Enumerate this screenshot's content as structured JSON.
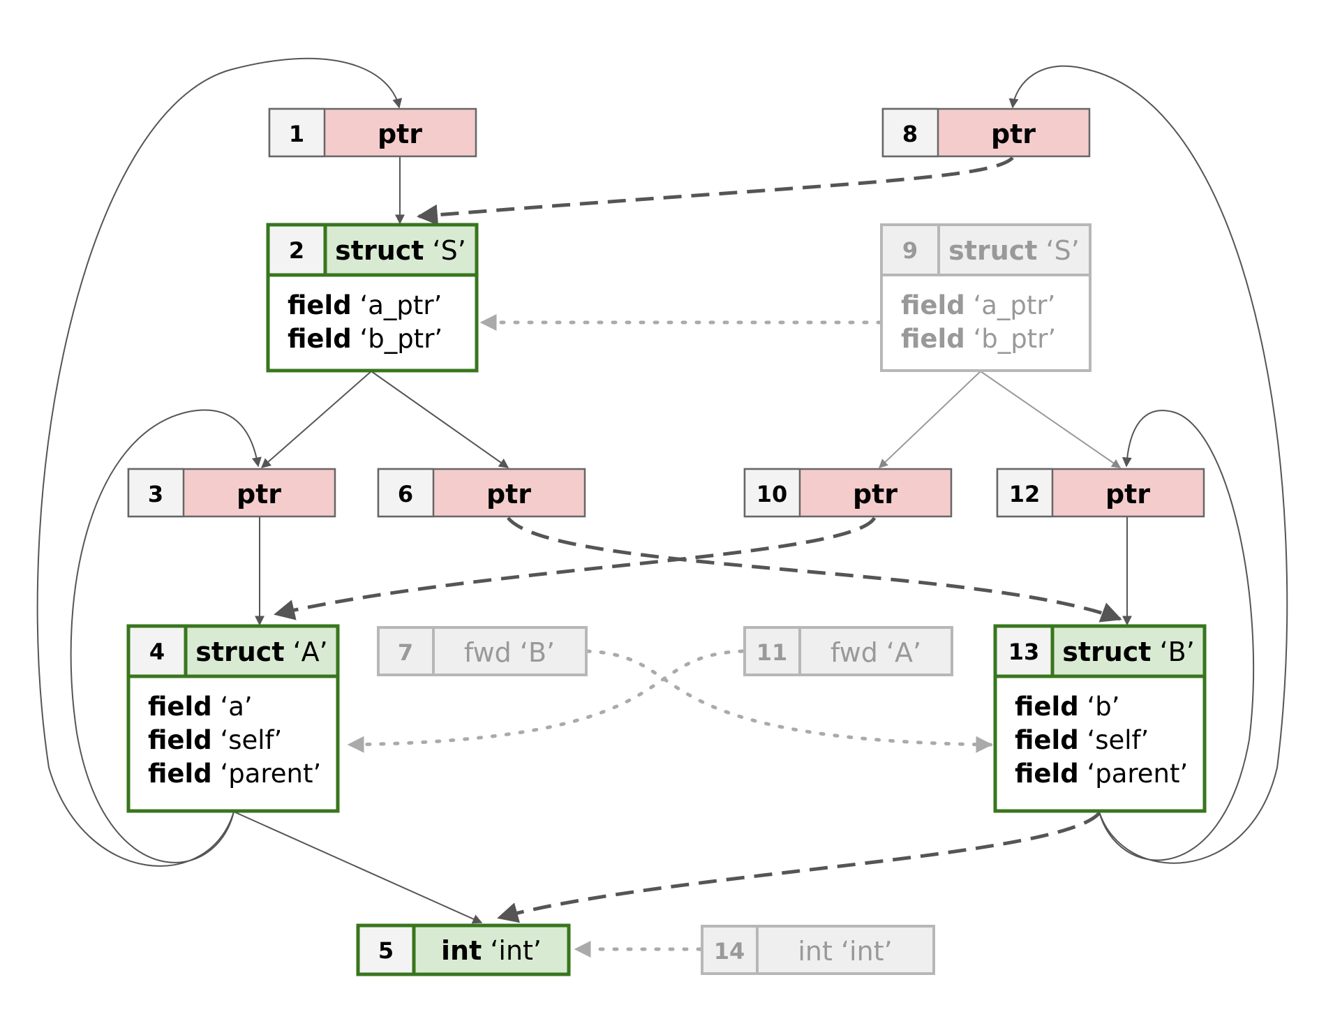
{
  "colors": {
    "ptr_fill": "#f4cccc",
    "struct_fill": "#d9ead3",
    "id_fill": "#f3f3f3",
    "active_border": "#38761d",
    "ptr_border": "#666666",
    "faded_border": "#b7b7b7",
    "faded_text": "#999999",
    "edge": "#555555"
  },
  "nodes": {
    "n1": {
      "id": "1",
      "kw": "ptr",
      "name": ""
    },
    "n2": {
      "id": "2",
      "kw": "struct",
      "name": " ‘S’",
      "fields": [
        {
          "kw": "field",
          "name": " ‘a_ptr’"
        },
        {
          "kw": "field",
          "name": " ‘b_ptr’"
        }
      ]
    },
    "n3": {
      "id": "3",
      "kw": "ptr",
      "name": ""
    },
    "n4": {
      "id": "4",
      "kw": "struct",
      "name": " ‘A’",
      "fields": [
        {
          "kw": "field",
          "name": " ‘a’"
        },
        {
          "kw": "field",
          "name": " ‘self’"
        },
        {
          "kw": "field",
          "name": " ‘parent’"
        }
      ]
    },
    "n5": {
      "id": "5",
      "kw": "int",
      "name": " ‘int’"
    },
    "n6": {
      "id": "6",
      "kw": "ptr",
      "name": ""
    },
    "n7": {
      "id": "7",
      "kw": "fwd",
      "name": " ‘B’"
    },
    "n8": {
      "id": "8",
      "kw": "ptr",
      "name": ""
    },
    "n9": {
      "id": "9",
      "kw": "struct",
      "name": " ‘S’",
      "fields": [
        {
          "kw": "field",
          "name": " ‘a_ptr’"
        },
        {
          "kw": "field",
          "name": " ‘b_ptr’"
        }
      ]
    },
    "n10": {
      "id": "10",
      "kw": "ptr",
      "name": ""
    },
    "n11": {
      "id": "11",
      "kw": "fwd",
      "name": " ‘A’"
    },
    "n12": {
      "id": "12",
      "kw": "ptr",
      "name": ""
    },
    "n13": {
      "id": "13",
      "kw": "struct",
      "name": " ‘B’",
      "fields": [
        {
          "kw": "field",
          "name": " ‘b’"
        },
        {
          "kw": "field",
          "name": " ‘self’"
        },
        {
          "kw": "field",
          "name": " ‘parent’"
        }
      ]
    },
    "n14": {
      "id": "14",
      "kw": "int",
      "name": " ‘int’"
    }
  }
}
